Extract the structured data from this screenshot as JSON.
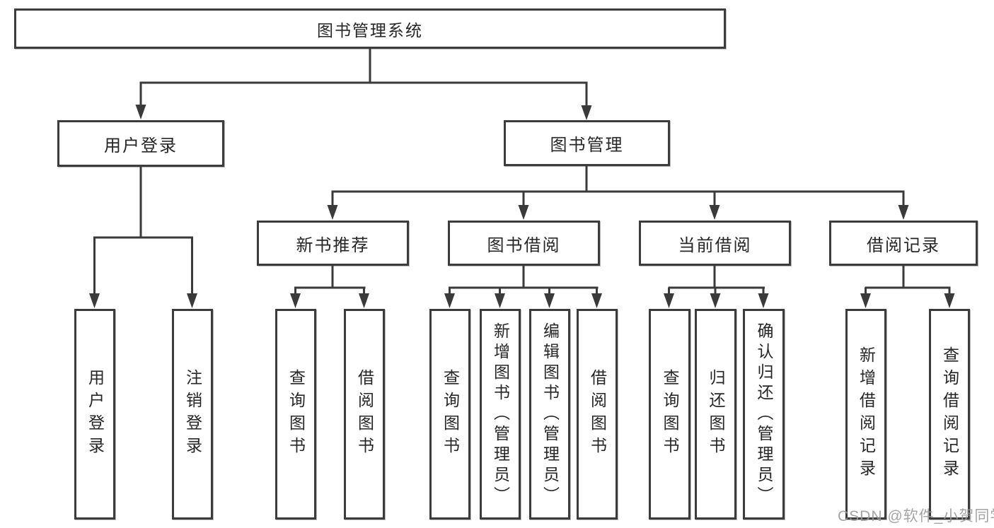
{
  "tree": {
    "root": {
      "label": "图书管理系统"
    },
    "level2": [
      {
        "label": "用户登录",
        "children": [
          {
            "label": "用户登录"
          },
          {
            "label": "注销登录"
          }
        ]
      },
      {
        "label": "图书管理",
        "children": [
          {
            "label": "新书推荐",
            "children": [
              {
                "label": "查询图书"
              },
              {
                "label": "借阅图书"
              }
            ]
          },
          {
            "label": "图书借阅",
            "children": [
              {
                "label": "查询图书"
              },
              {
                "label": "新增图书（管理员）"
              },
              {
                "label": "编辑图书（管理员）"
              },
              {
                "label": "借阅图书"
              }
            ]
          },
          {
            "label": "当前借阅",
            "children": [
              {
                "label": "查询图书"
              },
              {
                "label": "归还图书"
              },
              {
                "label": "确认归还（管理员）"
              }
            ]
          },
          {
            "label": "借阅记录",
            "children": [
              {
                "label": "新增借阅记录"
              },
              {
                "label": "查询借阅记录"
              }
            ]
          }
        ]
      }
    ]
  },
  "watermark": {
    "text": "CSDN @软件_小贺同学"
  },
  "colors": {
    "line": "#3a3a3a",
    "box_border": "#3c3c3c",
    "text": "#262626",
    "watermark": "#9b9b9b",
    "background": "#ffffff"
  }
}
